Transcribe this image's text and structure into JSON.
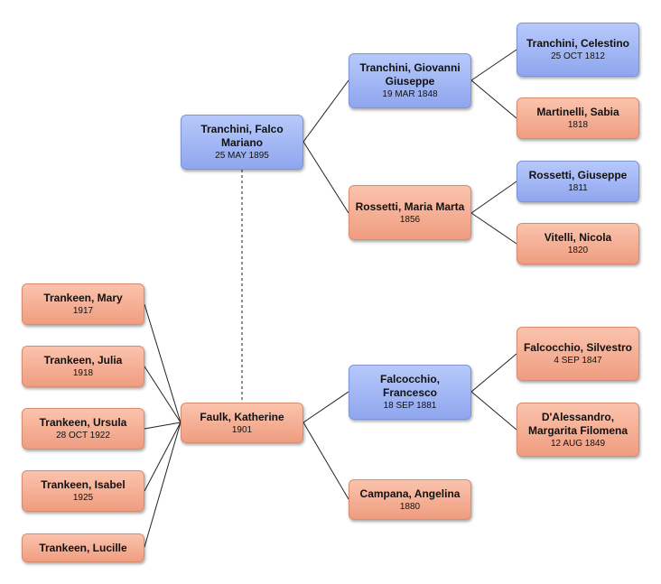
{
  "colors": {
    "male": "#9ab0f2",
    "female": "#f4a98e",
    "line": "#222222"
  },
  "people": {
    "falco": {
      "name": "Tranchini, Falco Mariano",
      "date": "25 MAY 1895"
    },
    "giovanni": {
      "name": "Tranchini, Giovanni Giuseppe",
      "date": "19 MAR 1848"
    },
    "celestino": {
      "name": "Tranchini, Celestino",
      "date": "25 OCT 1812"
    },
    "sabia": {
      "name": "Martinelli, Sabia",
      "date": "1818"
    },
    "maria_marta": {
      "name": "Rossetti, Maria Marta",
      "date": "1856"
    },
    "giuseppe": {
      "name": "Rossetti, Giuseppe",
      "date": "1811"
    },
    "nicola": {
      "name": "Vitelli, Nicola",
      "date": "1820"
    },
    "katherine": {
      "name": "Faulk, Katherine",
      "date": "1901"
    },
    "francesco": {
      "name": "Falcocchio, Francesco",
      "date": "18 SEP 1881"
    },
    "silvestro": {
      "name": "Falcocchio, Silvestro",
      "date": "4 SEP 1847"
    },
    "margarita": {
      "name": "D'Alessandro, Margarita Filomena",
      "date": "12 AUG 1849"
    },
    "angelina": {
      "name": "Campana, Angelina",
      "date": "1880"
    },
    "mary": {
      "name": "Trankeen, Mary",
      "date": "1917"
    },
    "julia": {
      "name": "Trankeen, Julia",
      "date": "1918"
    },
    "ursula": {
      "name": "Trankeen, Ursula",
      "date": "28 OCT 1922"
    },
    "isabel": {
      "name": "Trankeen, Isabel",
      "date": "1925"
    },
    "lucille": {
      "name": "Trankeen, Lucille",
      "date": ""
    }
  }
}
